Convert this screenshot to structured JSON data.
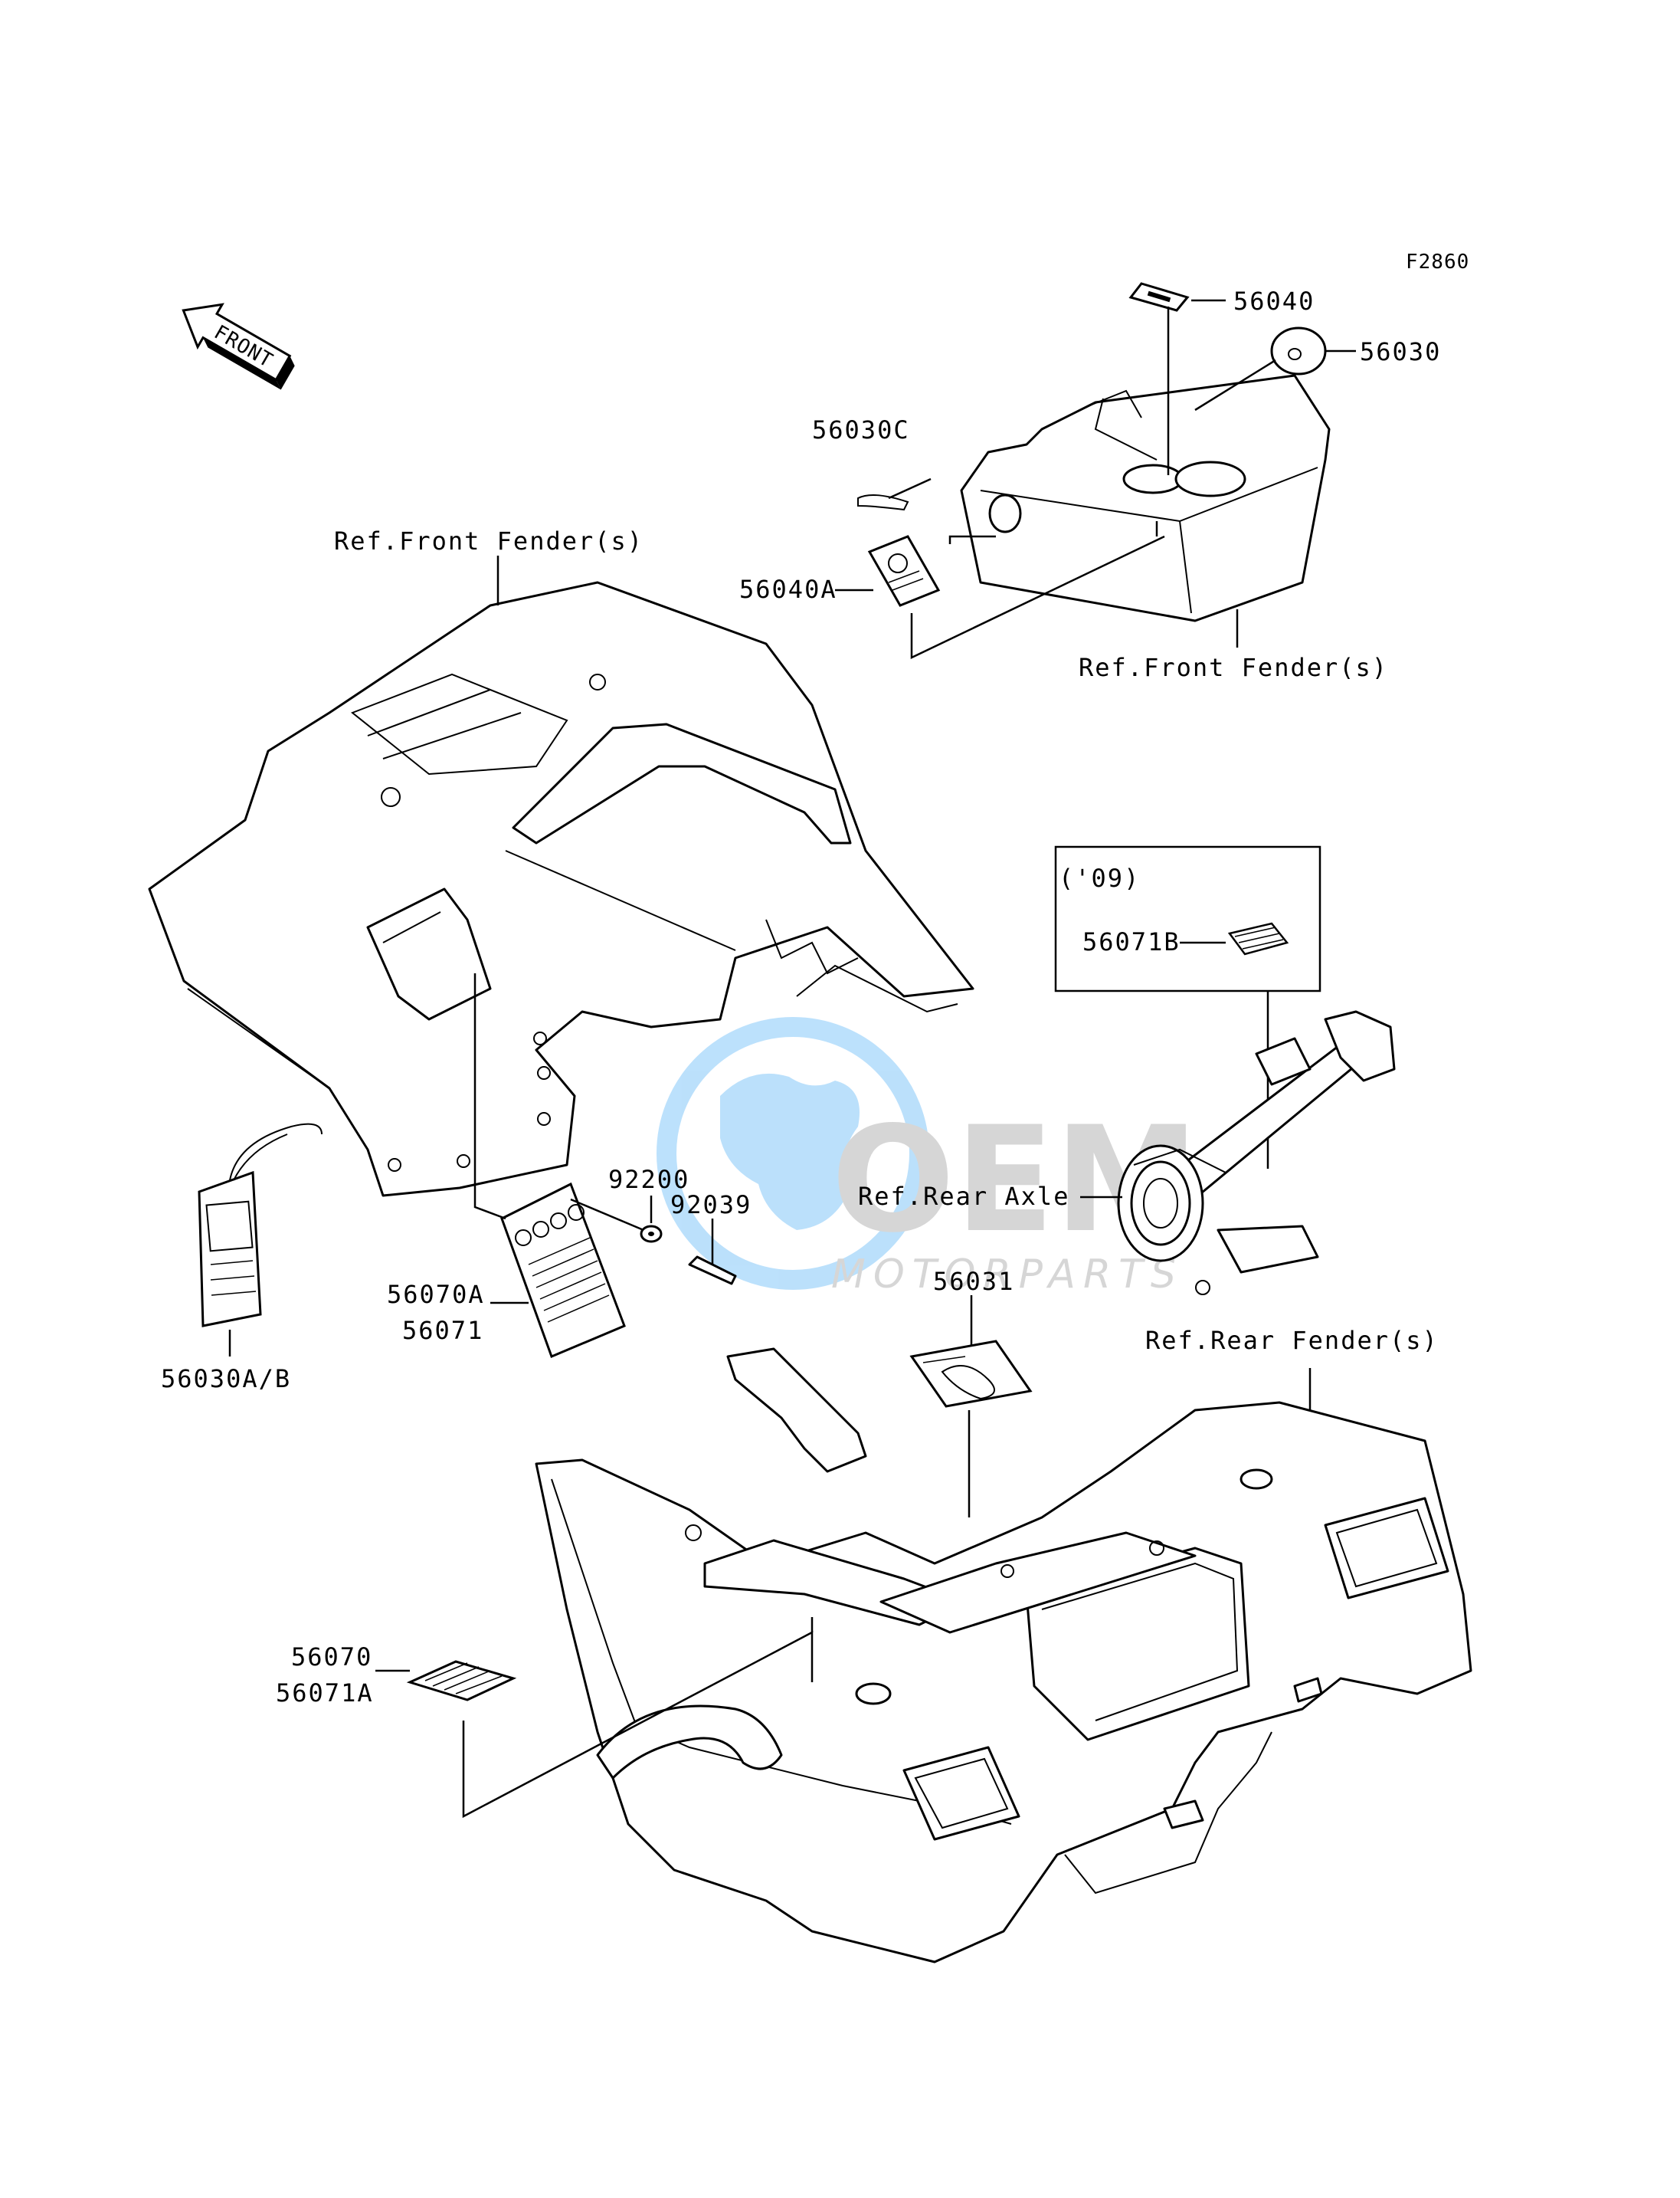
{
  "figure_code": "F2860",
  "front_arrow": "FRONT",
  "labels": {
    "p56040": "56040",
    "p56030": "56030",
    "p56030C": "56030C",
    "p56040A": "56040A",
    "ref_front_fender_top": "Ref.Front Fender(s)",
    "ref_front_fender_left": "Ref.Front Fender(s)",
    "year_box": "('09)",
    "p56071B": "56071B",
    "ref_rear_axle": "Ref.Rear Axle",
    "p92200": "92200",
    "p92039": "92039",
    "p56031": "56031",
    "p56070A": "56070A",
    "p56071": "56071",
    "p56030AB": "56030A/B",
    "ref_rear_fender": "Ref.Rear Fender(s)",
    "p56070": "56070",
    "p56071A": "56071A"
  },
  "watermark": {
    "brand": "OEM",
    "sub": "MOTORPARTS",
    "color_blue": "#3fa9f5",
    "color_gray": "#8c8c8c"
  }
}
